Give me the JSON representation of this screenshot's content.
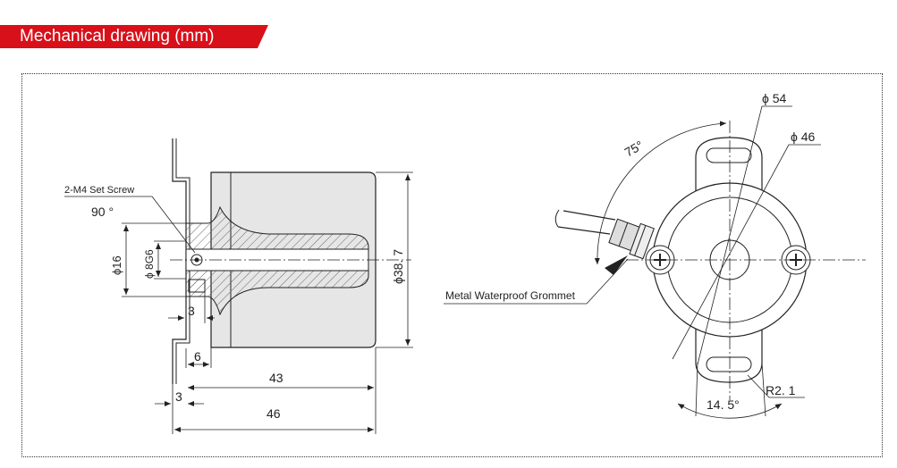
{
  "header": {
    "title": "Mechanical drawing (mm)",
    "accent": "#d8101a"
  },
  "side_view": {
    "set_screw_label": "2-M4 Set Screw",
    "angle_90": "90 °",
    "dia_16": "ϕ16",
    "dia_8g6": "ϕ 8G6",
    "dia_38_7": "ϕ38. 7",
    "dim_3_top": "3",
    "dim_6": "6",
    "dim_43": "43",
    "dim_3_bottom": "3",
    "dim_46": "46"
  },
  "front_view": {
    "dia_54": "ϕ 54",
    "dia_46": "ϕ 46",
    "angle_75": "75°",
    "grommet_label": "Metal Waterproof Grommet",
    "radius": "R2. 1",
    "angle_14_5": "14. 5°"
  }
}
